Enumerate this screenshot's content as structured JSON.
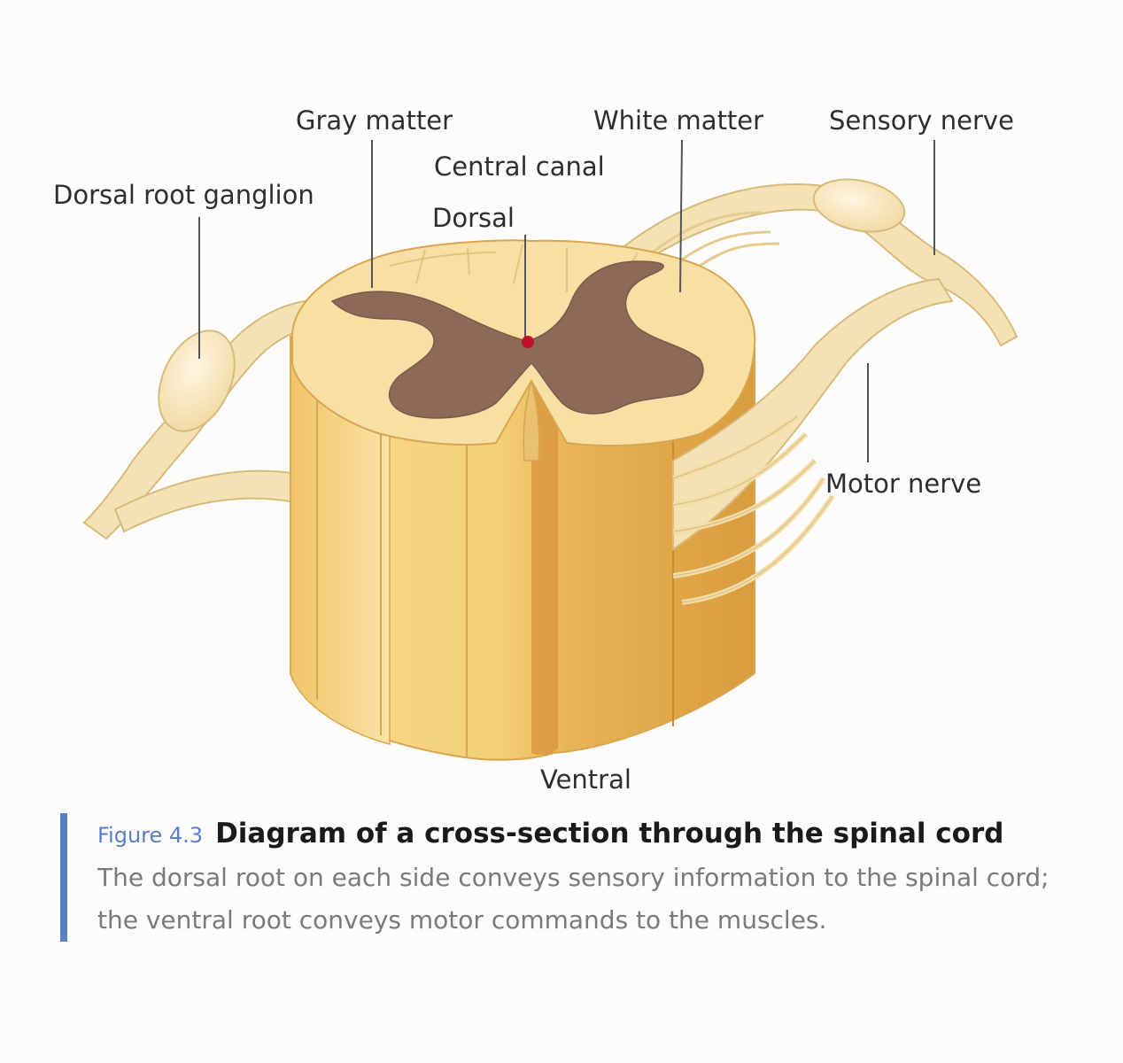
{
  "labels": {
    "gray_matter": "Gray matter",
    "white_matter": "White matter",
    "sensory_nerve": "Sensory nerve",
    "central_canal": "Central canal",
    "dorsal_root_ganglion": "Dorsal root ganglion",
    "dorsal": "Dorsal",
    "motor_nerve": "Motor nerve",
    "ventral": "Ventral"
  },
  "caption": {
    "figure_number": "Figure 4.3",
    "title": "Diagram of a cross-section through the spinal cord",
    "body": "The dorsal root on each side conveys sensory information to the spinal cord; the ventral root conveys motor commands to the muscles."
  },
  "colors": {
    "white_matter": "#f7dd9c",
    "gray_matter": "#8d6a58",
    "central_canal": "#c0102a",
    "nerve": "#f5e2b4",
    "caption_accent": "#5b7fc6"
  }
}
